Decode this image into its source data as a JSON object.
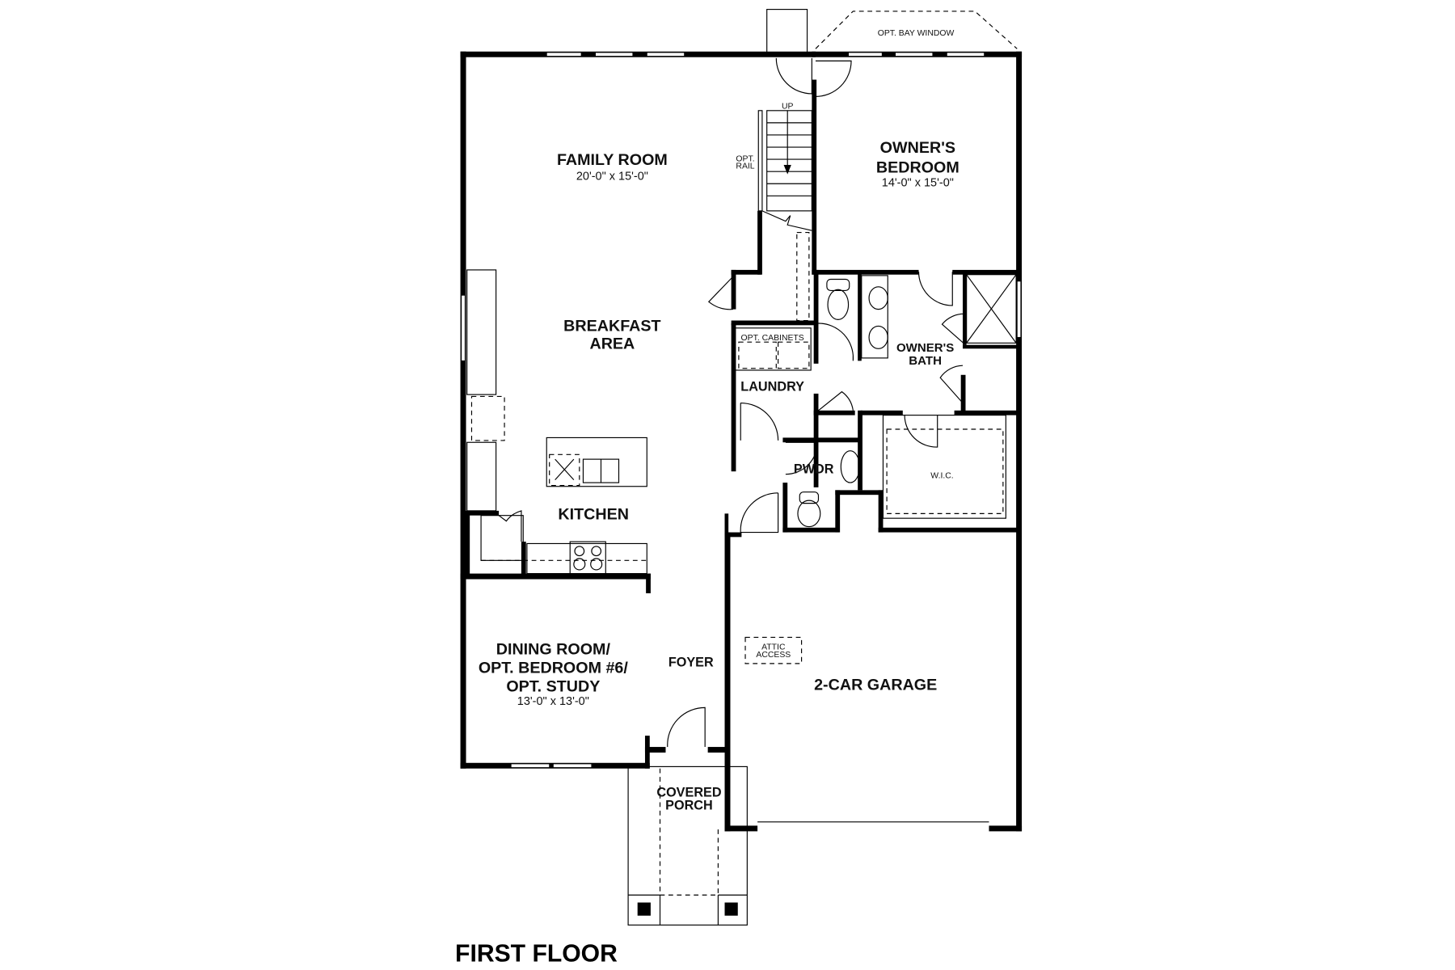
{
  "title": "FIRST FLOOR",
  "rooms": {
    "family_room": {
      "name": "FAMILY ROOM",
      "dims": "20'-0\" x 15'-0\""
    },
    "owners_bedroom": {
      "line1": "OWNER'S",
      "line2": "BEDROOM",
      "dims": "14'-0\" x 15'-0\""
    },
    "breakfast": {
      "line1": "BREAKFAST",
      "line2": "AREA"
    },
    "owners_bath": {
      "line1": "OWNER'S",
      "line2": "BATH"
    },
    "laundry": "LAUNDRY",
    "powder": "PWDR",
    "wic": "W.I.C.",
    "kitchen": "KITCHEN",
    "dining": {
      "line1": "DINING ROOM/",
      "line2": "OPT. BEDROOM #6/",
      "line3": "OPT. STUDY",
      "dims": "13'-0\" x 13'-0\""
    },
    "foyer": "FOYER",
    "garage": "2-CAR GARAGE",
    "porch": {
      "line1": "COVERED",
      "line2": "PORCH"
    }
  },
  "notes": {
    "bay_window": "OPT. BAY WINDOW",
    "up": "UP",
    "rail_1": "OPT.",
    "rail_2": "RAIL",
    "cabinets": "OPT. CABINETS",
    "attic_1": "ATTIC",
    "attic_2": "ACCESS"
  }
}
